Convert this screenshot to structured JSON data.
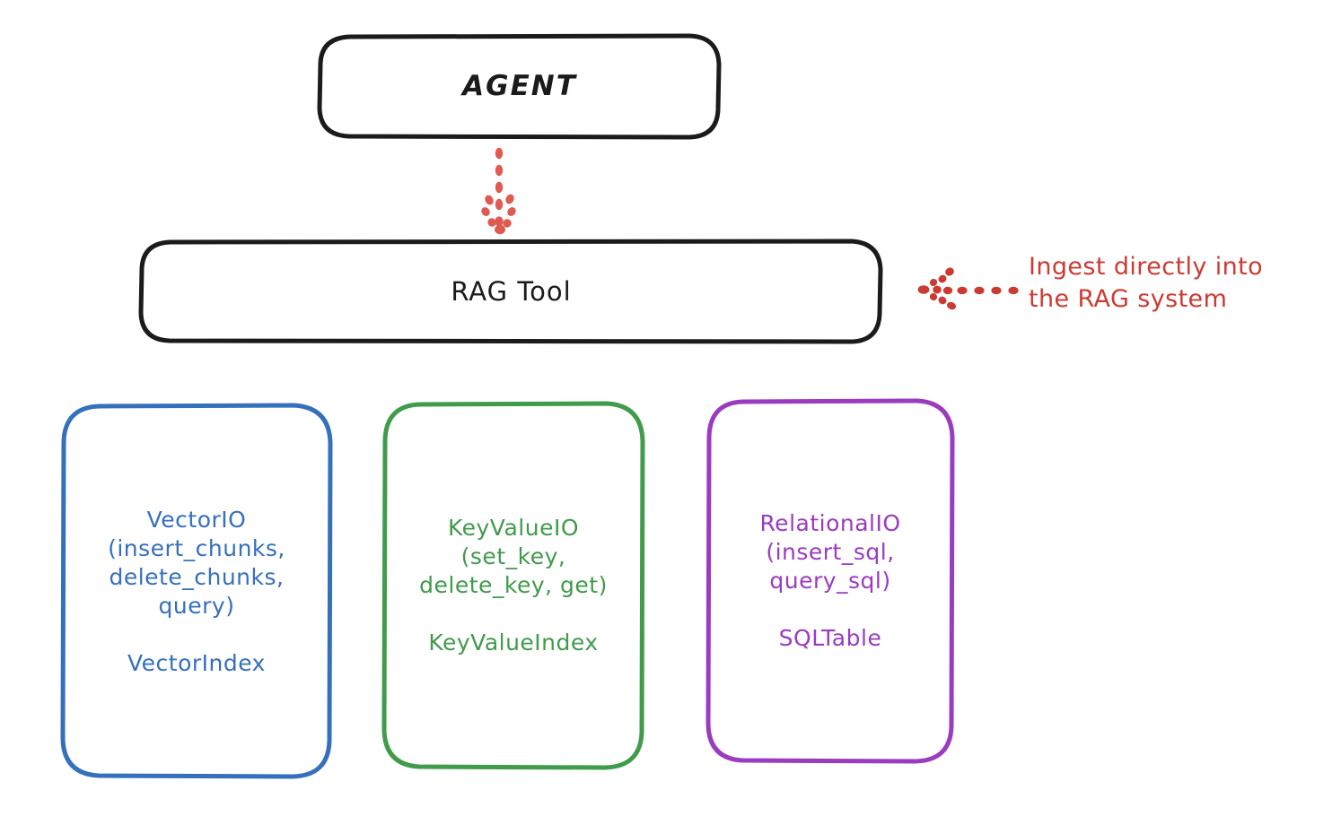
{
  "diagram": {
    "title_nodes": {
      "agent": {
        "label": "AGENT",
        "stroke": "#1b1b1b"
      },
      "rag_tool": {
        "label": "RAG Tool",
        "stroke": "#1b1b1b"
      }
    },
    "providers": [
      {
        "id": "vector-io",
        "label": "VectorIO\n(insert_chunks,\ndelete_chunks,\nquery)\n\nVectorIndex",
        "color": "#3570bd"
      },
      {
        "id": "key-value-io",
        "label": "KeyValueIO\n(set_key,\ndelete_key, get)\n\nKeyValueIndex",
        "color": "#409b4a"
      },
      {
        "id": "relational-io",
        "label": "RelationalIO\n(insert_sql,\nquery_sql)\n\nSQLTable",
        "color": "#9b3bbf"
      }
    ],
    "annotation": {
      "text": "Ingest directly into\nthe RAG system",
      "color": "#cc3b33"
    },
    "connectors": [
      {
        "id": "agent-to-rag-tool",
        "style": "dotted-arrow",
        "direction": "down",
        "color": "#e05a52"
      },
      {
        "id": "annotation-to-rag-tool",
        "style": "dotted-arrow",
        "direction": "left",
        "color": "#cc3b33"
      }
    ]
  }
}
